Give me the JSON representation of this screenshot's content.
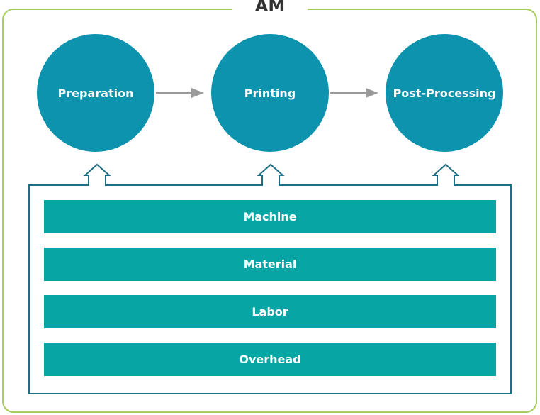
{
  "title": "AM",
  "stages": [
    {
      "label": "Preparation"
    },
    {
      "label": "Printing"
    },
    {
      "label": "Post-Processing"
    }
  ],
  "cost_factors": [
    {
      "label": "Machine"
    },
    {
      "label": "Material"
    },
    {
      "label": "Labor"
    },
    {
      "label": "Overhead"
    }
  ],
  "colors": {
    "frame": "#a7cc5f",
    "circle": "#0e93ae",
    "bar": "#08a5a5",
    "connector": "#1d6f86",
    "arrow": "#9a9a9a"
  }
}
